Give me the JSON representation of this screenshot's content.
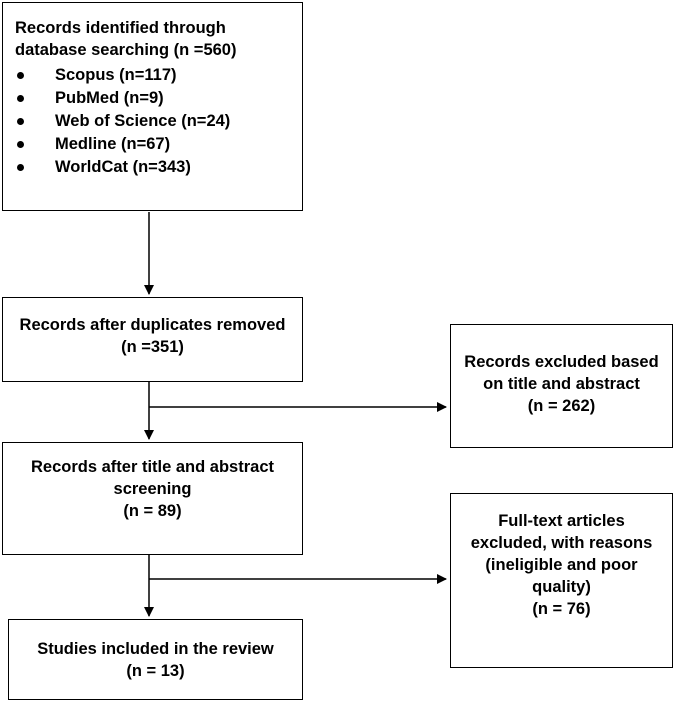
{
  "identification": {
    "title_line1": "Records identified through",
    "title_line2": "database searching (n =560)",
    "databases": [
      "Scopus (n=117)",
      "PubMed (n=9)",
      "Web of Science (n=24)",
      "Medline (n=67)",
      "WorldCat (n=343)"
    ]
  },
  "duplicates_removed": {
    "line1": "Records after duplicates removed",
    "line2": "(n =351)"
  },
  "excluded_title_abstract": {
    "line1": "Records excluded based",
    "line2": "on title and abstract",
    "line3": "(n = 262)"
  },
  "screening": {
    "line1": "Records after title and abstract",
    "line2": "screening",
    "line3": "(n = 89)"
  },
  "fulltext_excluded": {
    "line1": "Full-text articles",
    "line2": "excluded, with reasons",
    "line3": "(ineligible and poor",
    "line4": "quality)",
    "line5": "(n = 76)"
  },
  "included": {
    "line1": "Studies included in the review",
    "line2": "(n = 13)"
  },
  "colors": {
    "stroke": "#000000",
    "background": "#ffffff"
  }
}
